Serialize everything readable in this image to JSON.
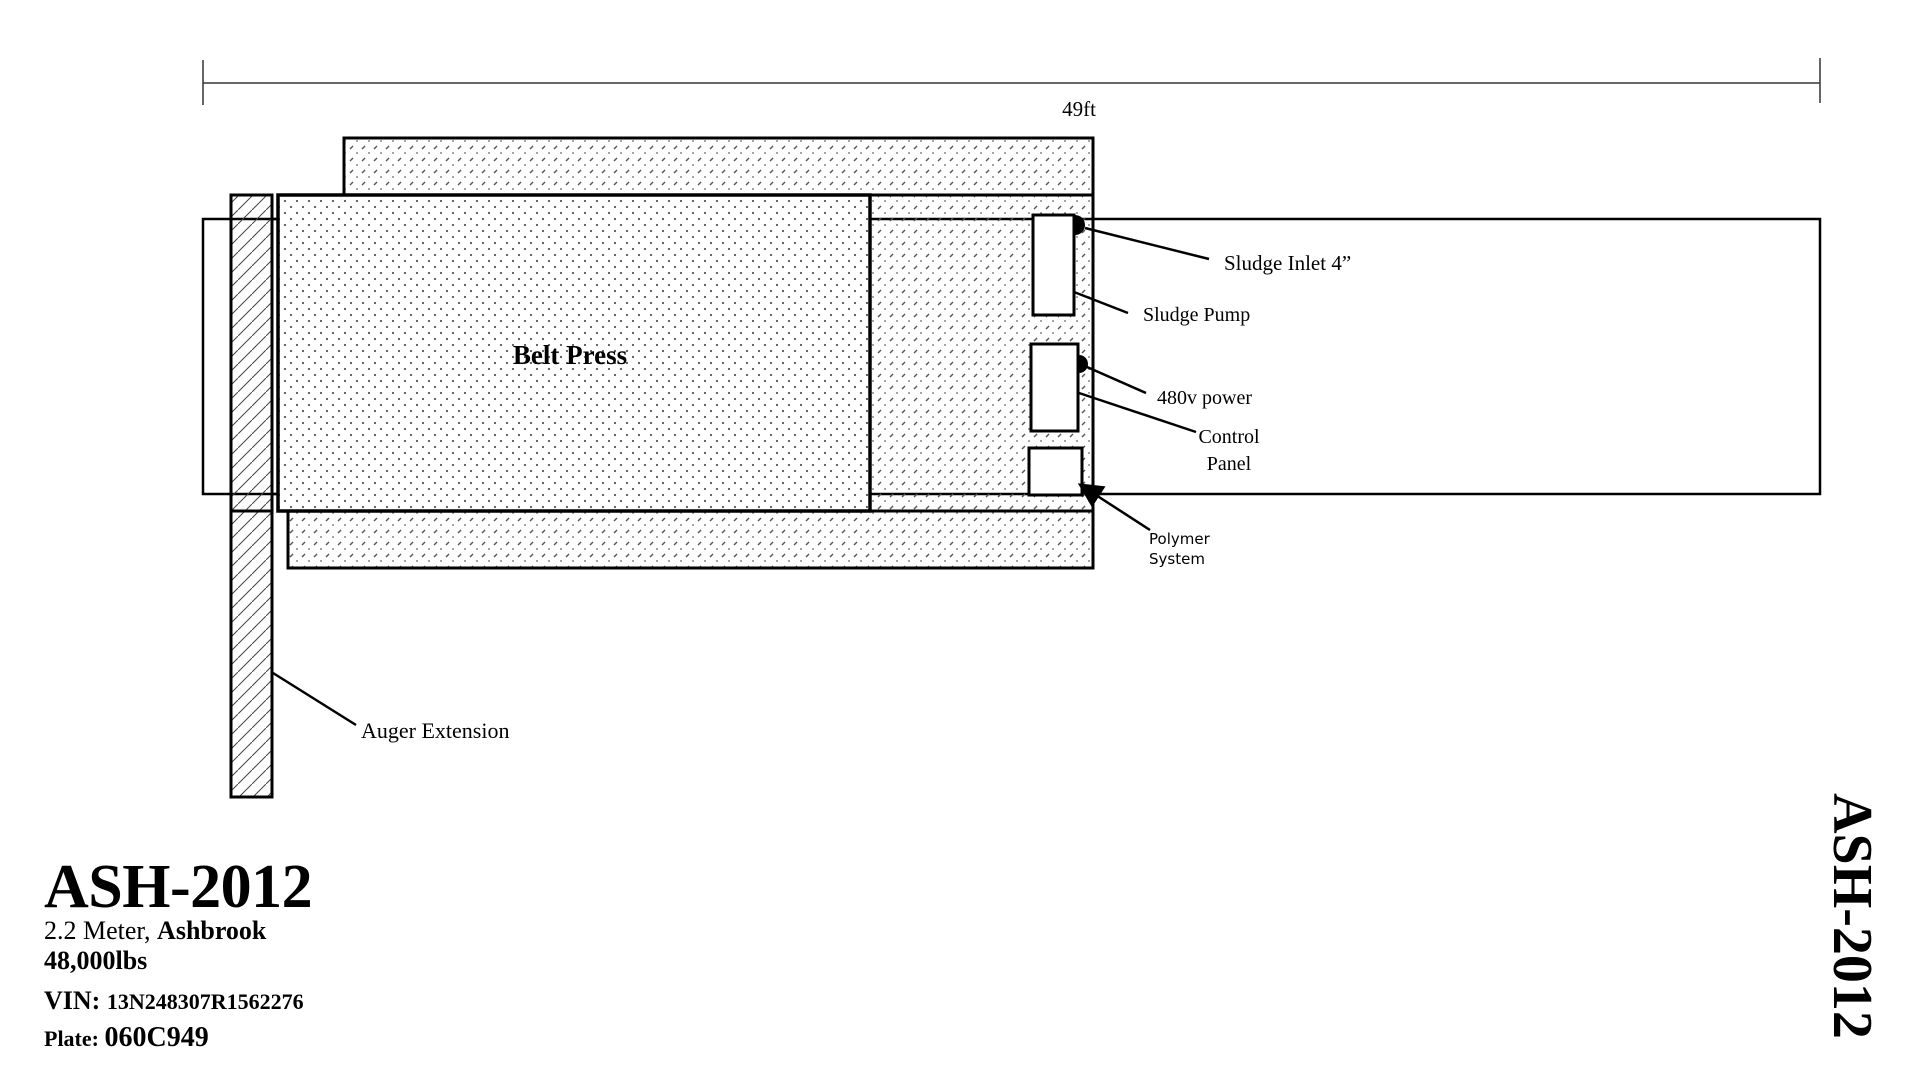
{
  "unit_id": "ASH-2012",
  "dimension": {
    "label": "49ft"
  },
  "components": {
    "belt_press": "Belt Press",
    "auger_extension": "Auger Extension",
    "sludge_inlet": "Sludge Inlet 4”",
    "sludge_pump": "Sludge Pump",
    "power": "480v power",
    "control_panel_line1": "Control",
    "control_panel_line2": "Panel",
    "polymer_line1": "Polymer",
    "polymer_line2": "System"
  },
  "title_block": {
    "title": "ASH-2012",
    "size": "2.2 Meter, ",
    "manufacturer": "Ashbrook",
    "weight": "48,000lbs",
    "vin_label": "VIN: ",
    "vin": "13N248307R1562276",
    "plate_label": "Plate: ",
    "plate": "060C949"
  },
  "side_title": "ASH-2012",
  "colors": {
    "stroke": "#000000",
    "pattern": "#555555",
    "background": "#ffffff"
  }
}
